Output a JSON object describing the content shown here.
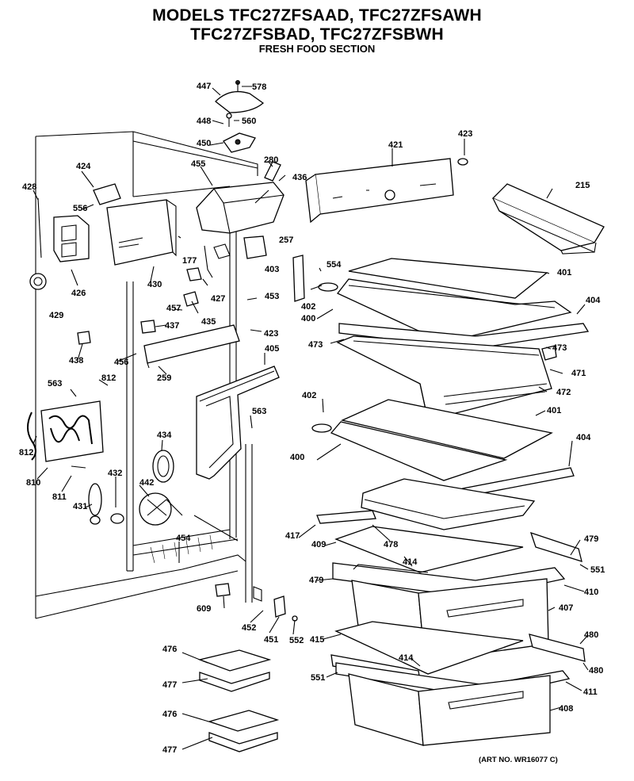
{
  "header": {
    "title_line1": "MODELS TFC27ZFSAAD, TFC27ZFSAWH",
    "title_line2": "TFC27ZFSBAD, TFC27ZFSBWH",
    "subtitle": "FRESH FOOD SECTION"
  },
  "art_number": "(ART NO. WR16077 C)",
  "labels": [
    "447",
    "578",
    "448",
    "560",
    "450",
    "423",
    "421",
    "280",
    "436",
    "455",
    "424",
    "428",
    "556",
    "426",
    "429",
    "430",
    "177",
    "257",
    "554",
    "403",
    "401",
    "404",
    "400",
    "402",
    "453",
    "427",
    "435",
    "437",
    "457",
    "423",
    "473",
    "473",
    "471",
    "472",
    "438",
    "456",
    "259",
    "405",
    "812",
    "563",
    "563",
    "401",
    "402",
    "404",
    "400",
    "434",
    "812",
    "810",
    "811",
    "431",
    "432",
    "442",
    "417",
    "478",
    "479",
    "409",
    "414",
    "551",
    "479",
    "410",
    "407",
    "454",
    "609",
    "452",
    "451",
    "552",
    "415",
    "414",
    "480",
    "551",
    "480",
    "411",
    "408",
    "476",
    "477",
    "476",
    "477",
    "215"
  ]
}
